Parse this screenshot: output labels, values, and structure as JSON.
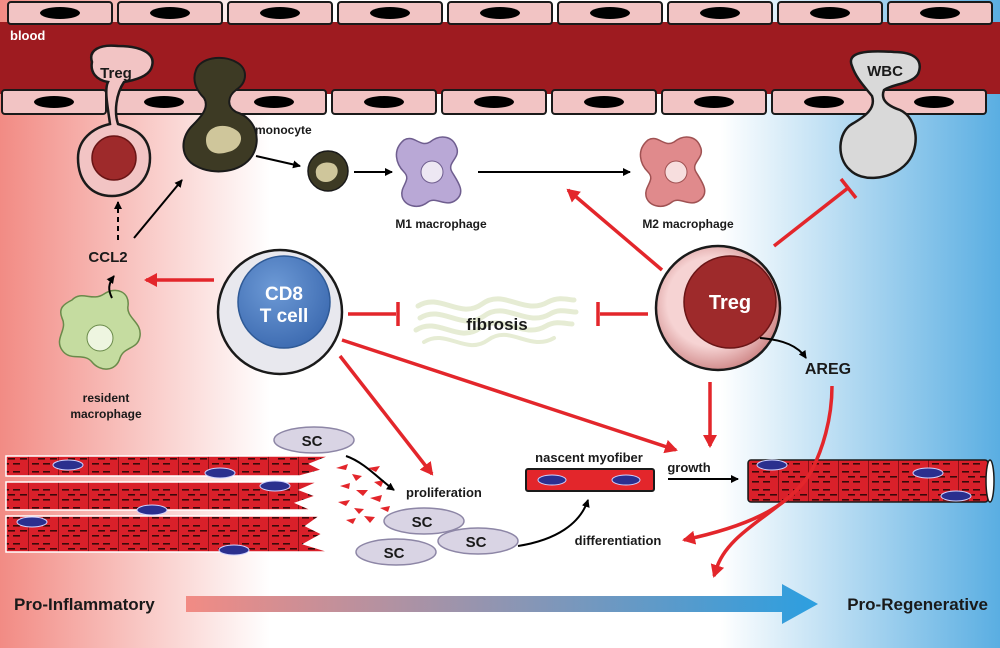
{
  "labels": {
    "blood": "blood",
    "treg_vessel": "Treg",
    "monocyte": "monocyte",
    "wbc": "WBC",
    "ccl2": "CCL2",
    "m1": "M1 macrophage",
    "m2": "M2 macrophage",
    "cd8_line1": "CD8",
    "cd8_line2": "T cell",
    "fibrosis": "fibrosis",
    "treg_main": "Treg",
    "areg": "AREG",
    "resident_line1": "resident",
    "resident_line2": "macrophage",
    "sc": "SC",
    "proliferation": "proliferation",
    "nascent": "nascent myofiber",
    "growth": "growth",
    "differentiation": "differentiation",
    "pro_inflammatory": "Pro-Inflammatory",
    "pro_regenerative": "Pro-Regenerative"
  },
  "colors": {
    "vessel": "#9e1b20",
    "endothelium": "#f2c4c4",
    "inhibit_red": "#e3262b",
    "treg": "#9e2a2b",
    "cd8": "#4a7cc2",
    "m1": "#b9a8d6",
    "m2": "#e08a8c",
    "resident": "#c5dca0",
    "monocyte": "#3d3a24",
    "wbc": "#d3d3d3",
    "sc": "#d9d4e4",
    "inflammatory_bg": "#f28b84",
    "regenerative_bg": "#5aaee2"
  }
}
